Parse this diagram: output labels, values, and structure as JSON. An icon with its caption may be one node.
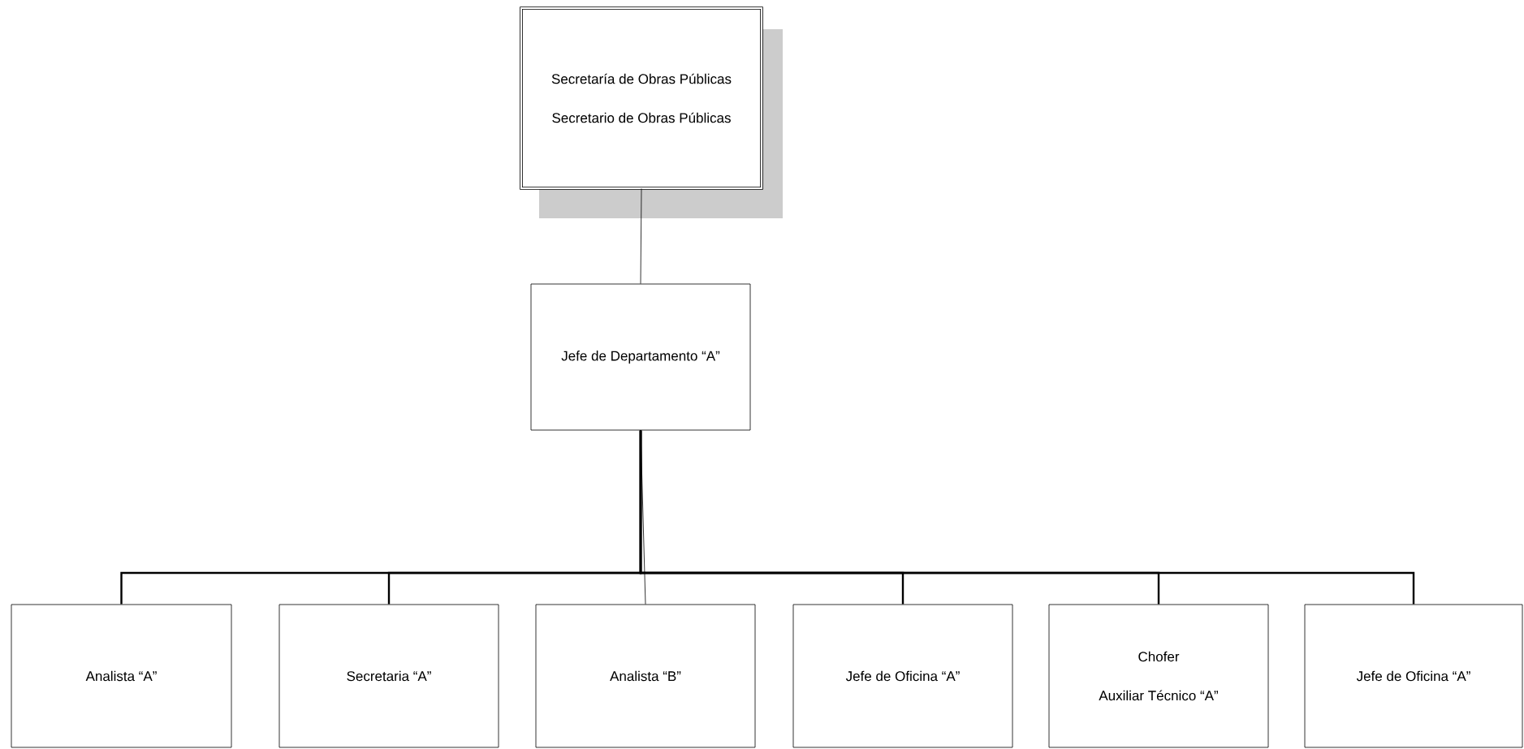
{
  "diagram": {
    "nodes": [
      {
        "text": [
          "Secretaría de Obras Públicas",
          "Secretario de Obras Públicas"
        ]
      },
      {
        "text": [
          "Jefe de Departamento “A”"
        ]
      },
      {
        "text": [
          "Analista “A”"
        ]
      },
      {
        "text": [
          "Secretaria “A”"
        ]
      },
      {
        "text": [
          "Analista “B”"
        ]
      },
      {
        "text": [
          "Jefe de Oficina “A”"
        ]
      },
      {
        "text": [
          "Chofer",
          "Auxiliar Técnico “A”"
        ]
      },
      {
        "text": [
          "Jefe de Oficina “A”"
        ]
      }
    ],
    "edges": [
      {
        "from": 0,
        "to": 1,
        "arrow": "none"
      },
      {
        "from": 1,
        "to": 2,
        "arrow": "none"
      },
      {
        "from": 1,
        "to": 3,
        "arrow": "none"
      },
      {
        "from": 1,
        "to": 4,
        "arrow": "none"
      },
      {
        "from": 1,
        "to": 5,
        "arrow": "none"
      },
      {
        "from": 1,
        "to": 6,
        "arrow": "none"
      },
      {
        "from": 1,
        "to": 7,
        "arrow": "none"
      }
    ]
  }
}
